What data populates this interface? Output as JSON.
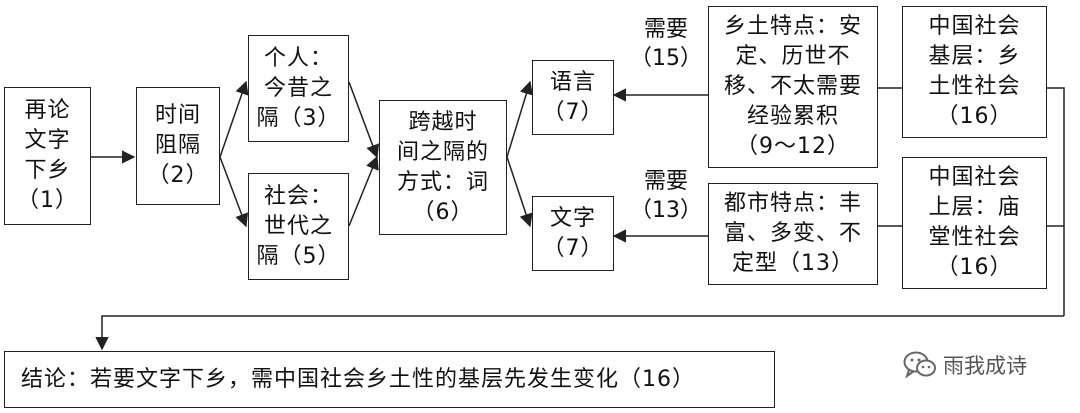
{
  "boxes": {
    "b1": [
      "再论",
      "文字",
      "下乡",
      "（1）"
    ],
    "b2": [
      "时间",
      "阻隔",
      "（2）"
    ],
    "b3": [
      "个人：",
      "今昔之",
      "隔（3）"
    ],
    "b4": [
      "社会：",
      "世代之",
      "隔（5）"
    ],
    "b5": [
      "跨越时",
      "间之隔的",
      "方式：词",
      "（6）"
    ],
    "b6": [
      "语言",
      "（7）"
    ],
    "b7": [
      "文字",
      "（7）"
    ],
    "b8": [
      "乡土特点：安",
      "定、历世不",
      "移、不太需要",
      "经验累积",
      "（9～12）"
    ],
    "b9": [
      "都市特点：丰",
      "富、多变、不",
      "定型（13）"
    ],
    "b10": [
      "中国社会",
      "基层：乡",
      "土性社会",
      "（16）"
    ],
    "b11": [
      "中国社会",
      "上层：庙",
      "堂性社会",
      "（16）"
    ],
    "conclusion": "结论：若要文字下乡，需中国社会乡土性的基层先发生变化（16）"
  },
  "labels": {
    "need15": [
      "需要",
      "（15）"
    ],
    "need13": [
      "需要",
      "（13）"
    ]
  },
  "watermark": "雨我成诗",
  "watermark_icon": "wechat-icon"
}
